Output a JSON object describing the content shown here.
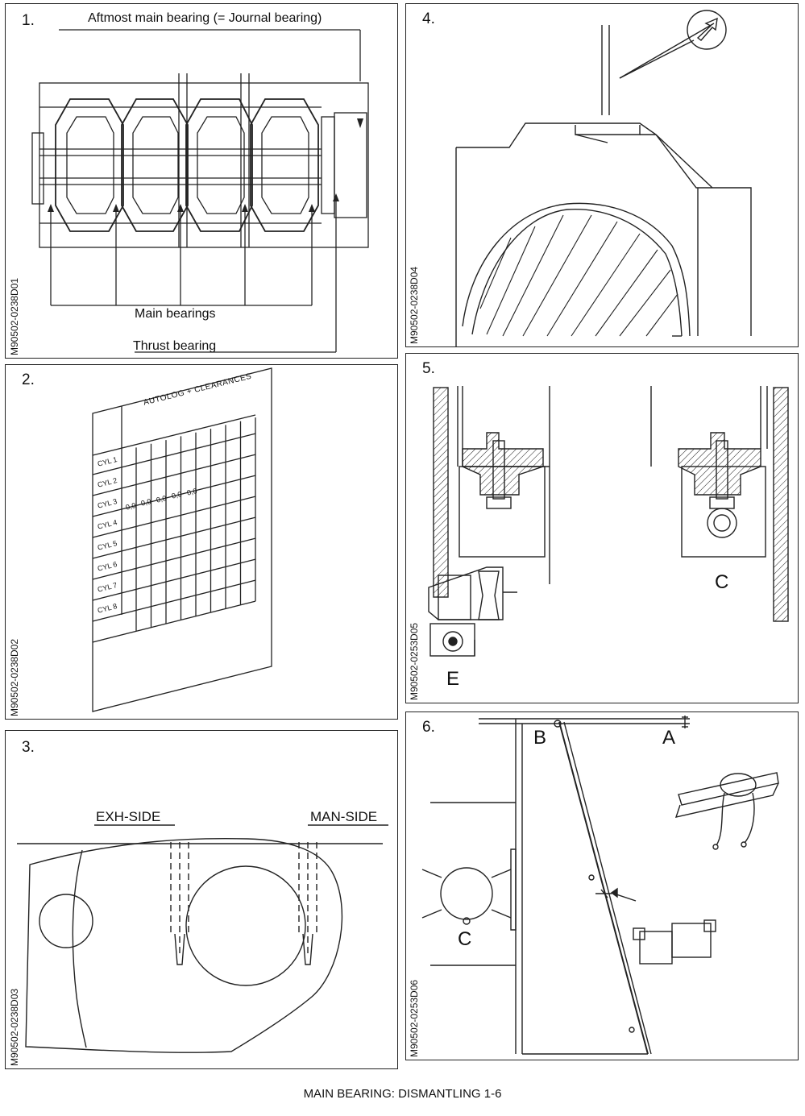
{
  "panels": [
    {
      "number": "1.",
      "code": "M90502-0238D01",
      "labels": {
        "top": "Aftmost main bearing (= Journal bearing)",
        "main": "Main bearings",
        "thrust": "Thrust bearing"
      }
    },
    {
      "number": "2.",
      "code": "M90502-0238D02",
      "sheet_title": "AUTOLOG + CLEARANCES",
      "rows": [
        "CYL 1",
        "CYL 2",
        "CYL 3",
        "CYL 4",
        "CYL 5",
        "CYL 6",
        "CYL 7",
        "CYL 8"
      ],
      "cyl3_values": [
        "0,0",
        "0,0",
        "0,0",
        "0,0",
        "0,0"
      ]
    },
    {
      "number": "3.",
      "code": "M90502-0238D03",
      "labels": {
        "exh": "EXH-SIDE",
        "man": "MAN-SIDE"
      }
    },
    {
      "number": "4.",
      "code": "M90502-0238D04"
    },
    {
      "number": "5.",
      "code": "M90502-0253D05",
      "labels": {
        "c": "C",
        "e": "E"
      }
    },
    {
      "number": "6.",
      "code": "M90502-0253D06",
      "labels": {
        "b": "B",
        "a": "A",
        "c": "C"
      }
    }
  ],
  "caption": "MAIN BEARING: DISMANTLING 1-6"
}
